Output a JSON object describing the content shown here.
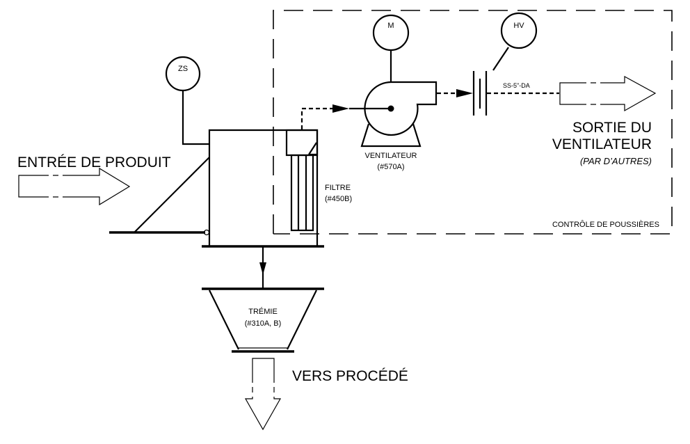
{
  "labels": {
    "product_inlet": "ENTRÉE DE PRODUIT",
    "fan_outlet_line1": "SORTIE DU",
    "fan_outlet_line2": "VENTILATEUR",
    "fan_outlet_note": "(PAR D’AUTRES)",
    "dust_control": "CONTRÔLE DE POUSSIÈRES",
    "to_process": "VERS PROCÉDÉ",
    "pipe_spec": "SS-5\"-DA"
  },
  "instruments": {
    "zs": "ZS",
    "motor": "M",
    "hv": "HV"
  },
  "equipment": {
    "fan": {
      "name": "VENTILATEUR",
      "tag": "(#570A)"
    },
    "filter": {
      "name": "FILTRE",
      "tag": "(#450B)"
    },
    "hopper": {
      "name": "TRÉMIE",
      "tag": "(#310A, B)"
    }
  }
}
